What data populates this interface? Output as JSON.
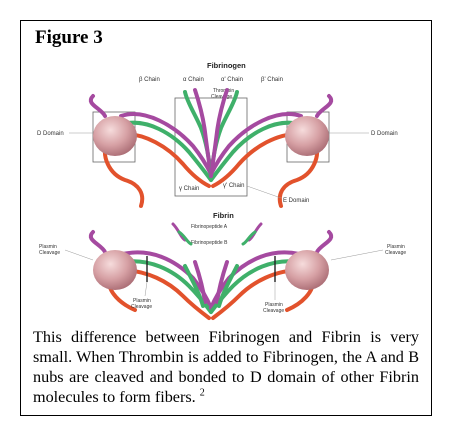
{
  "figure": {
    "title": "Figure 3",
    "caption": "This difference between Fibrinogen and Fibrin is very small. When Thrombin is added to Fibrinogen, the A and B nubs are cleaved and bonded to D domain of other Fibrin molecules to form fibers.",
    "footnote": "2"
  },
  "diagram": {
    "top": {
      "heading": "Fibrinogen",
      "chain_labels": {
        "beta": "β Chain",
        "alpha": "α Chain",
        "alpha_prime": "α' Chain",
        "beta_prime": "β' Chain",
        "gamma": "γ Chain",
        "gamma_prime": "γ' Chain"
      },
      "thrombin_cleavage": [
        "Thrombin",
        "Cleavage"
      ],
      "d_domain_left": "D Domain",
      "d_domain_right": "D Domain",
      "e_domain": "E Domain"
    },
    "bottom": {
      "heading": "Fibrin",
      "fibrinopeptide_a": "Fibrinopeptide A",
      "fibrinopeptide_b": "Fibrinopeptide B",
      "plasmin_left": [
        "Plasmin",
        "Cleavage"
      ],
      "plasmin_right": [
        "Plasmin",
        "Cleavage"
      ],
      "plasmin_mid_left": [
        "Plasmin",
        "Cleavage"
      ],
      "plasmin_mid_right": [
        "Plasmin",
        "Cleavage"
      ]
    },
    "colors": {
      "alpha": "#a54aa0",
      "beta": "#3fb06a",
      "gamma": "#e2522c",
      "domain_blob": "#c98a90",
      "box": "#555555"
    }
  }
}
